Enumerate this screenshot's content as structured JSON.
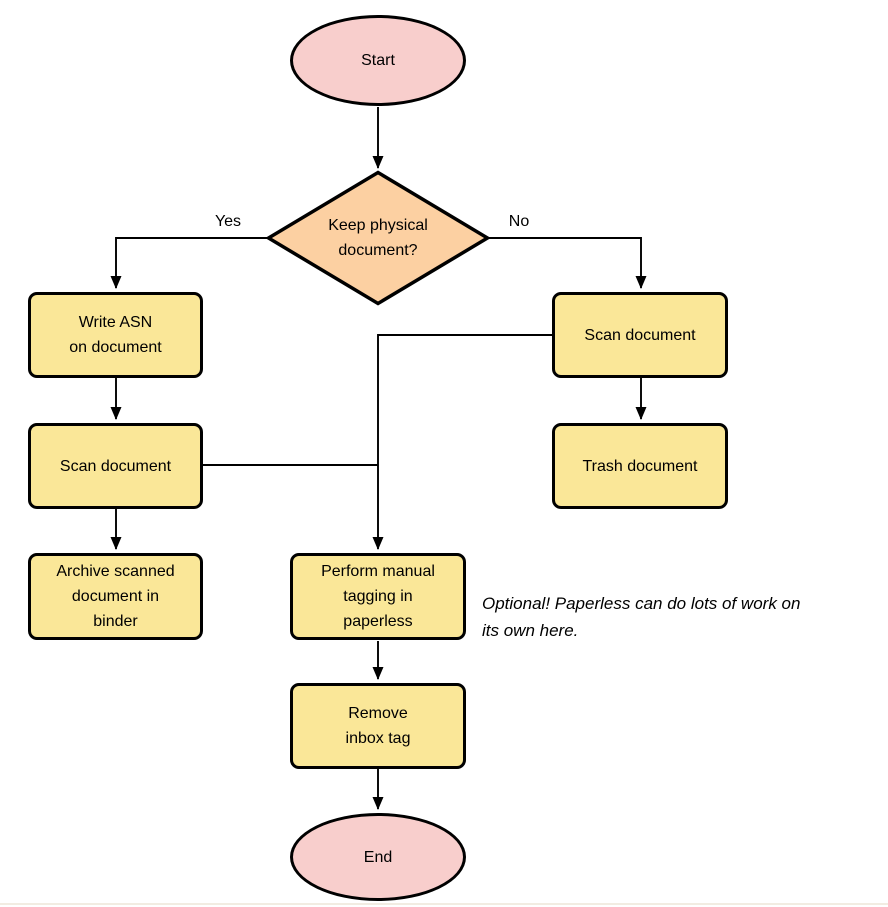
{
  "palette": {
    "terminal_fill": "#f8cecc",
    "decision_fill": "#fcd0a2",
    "process_fill": "#fae798",
    "stroke": "#000000"
  },
  "nodes": {
    "start": {
      "type": "terminal",
      "label": "Start"
    },
    "decision": {
      "type": "decision",
      "label": "Keep physical\ndocument?"
    },
    "write_asn": {
      "type": "process",
      "label": "Write ASN\non document"
    },
    "scan_left": {
      "type": "process",
      "label": "Scan document"
    },
    "archive": {
      "type": "process",
      "label": "Archive scanned\ndocument in\nbinder"
    },
    "scan_right": {
      "type": "process",
      "label": "Scan document"
    },
    "trash": {
      "type": "process",
      "label": "Trash document"
    },
    "tagging": {
      "type": "process",
      "label": "Perform manual\ntagging in\npaperless"
    },
    "remove_inbox": {
      "type": "process",
      "label": "Remove\ninbox tag"
    },
    "end": {
      "type": "terminal",
      "label": "End"
    }
  },
  "edge_labels": {
    "yes": "Yes",
    "no": "No"
  },
  "note": {
    "text": "Optional! Paperless can do lots of work on\nits own here."
  }
}
